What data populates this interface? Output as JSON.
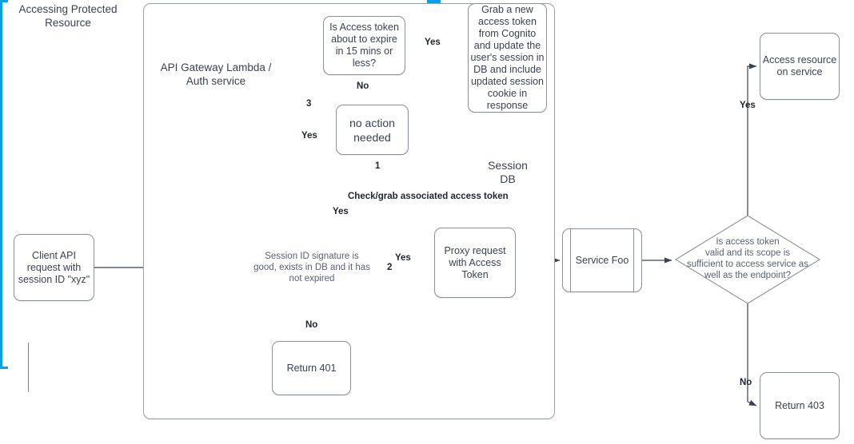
{
  "diagram": {
    "title": "Accessing Protected Resource",
    "container_label": "API Gateway Lambda /\nAuth service",
    "container_label_line1": "API Gateway Lambda /",
    "container_label_line2": "Auth service",
    "colors": {
      "node_stroke": "#8a8f98",
      "text": "#3b4151",
      "edge": "#3b4151",
      "selection": "#0aa0e8",
      "diamond_text": "#5a6070"
    },
    "nodes": [
      {
        "id": "client_request",
        "label": "Client API request with session ID \"xyz\"",
        "shape": "rounded-rect"
      },
      {
        "id": "session_check",
        "label": "Session ID signature is good, exists in DB and it has not expired",
        "shape": "diamond"
      },
      {
        "id": "return_401",
        "label": "Return 401",
        "shape": "rounded-rect"
      },
      {
        "id": "session_db",
        "label": "Session DB",
        "shape": "cylinder"
      },
      {
        "id": "token_expiry_check",
        "label": "Is Access token about to expire in 15 mins or less?",
        "shape": "rounded-rect"
      },
      {
        "id": "no_action",
        "label": "no action needed",
        "shape": "rounded-rect"
      },
      {
        "id": "grab_new_token",
        "label": "Grab a new access token from Cognito and update the user's session in DB and include updated session cookie in response",
        "shape": "rounded-rect"
      },
      {
        "id": "proxy_request",
        "label": "Proxy request with Access Token",
        "shape": "rounded-rect"
      },
      {
        "id": "service_foo",
        "label": "Service Foo",
        "shape": "process"
      },
      {
        "id": "scope_check",
        "label": "Is access token valid and its scope is sufficient to access service as well as the endpoint?",
        "shape": "diamond"
      },
      {
        "id": "access_resource",
        "label": "Access resource on service",
        "shape": "rounded-rect"
      },
      {
        "id": "return_403",
        "label": "Return 403",
        "shape": "rounded-rect"
      }
    ],
    "node_text": {
      "client_request": [
        "Client API",
        "request with",
        "session ID \"xyz\""
      ],
      "session_check": [
        "Session ID signature is",
        "good, exists in DB and it has",
        "not expired"
      ],
      "return_401": [
        "Return 401"
      ],
      "session_db": [
        "Session",
        "DB"
      ],
      "token_expiry_check": [
        "Is Access token",
        "about to expire",
        "in 15 mins or",
        "less?"
      ],
      "no_action": [
        "no action",
        "needed"
      ],
      "grab_new_token": [
        "Grab a new",
        "access token",
        "from Cognito",
        "and update the",
        "user's session in",
        "DB and include",
        "updated session",
        "cookie in",
        "response"
      ],
      "proxy_request": [
        "Proxy request",
        "with Access",
        "Token"
      ],
      "service_foo": [
        "Service Foo"
      ],
      "scope_check": [
        "Is access token",
        "valid and its scope is",
        "sufficient to access service as",
        "well as the endpoint?"
      ],
      "access_resource": [
        "Access resource",
        "on service"
      ],
      "return_403": [
        "Return 403"
      ]
    },
    "edge_labels": {
      "step1": "1",
      "step2": "2",
      "step3": "3",
      "yes_db": "Yes",
      "yes_proxy": "Yes",
      "yes_expiry": "Yes",
      "yes_refresh": "Yes",
      "yes_access": "Yes",
      "no_session": "No",
      "no_expiry": "No",
      "no_scope": "No",
      "check_grab": "Check/grab associated access token"
    }
  }
}
